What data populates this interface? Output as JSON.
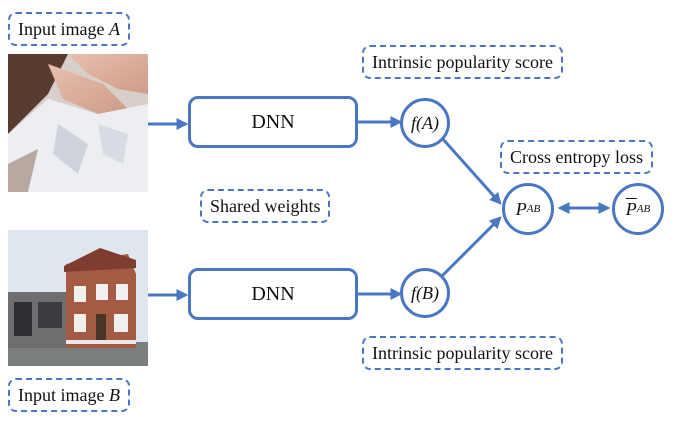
{
  "labels": {
    "input_a_prefix": "Input image ",
    "input_a_var": "A",
    "input_b_prefix": "Input image ",
    "input_b_var": "B",
    "shared_weights": "Shared weights",
    "intrinsic_top": "Intrinsic popularity score",
    "intrinsic_bottom": "Intrinsic popularity score",
    "cross_entropy": "Cross entropy loss"
  },
  "nodes": {
    "dnn_top": "DNN",
    "dnn_bottom": "DNN",
    "fa": "f(A)",
    "fb": "f(B)",
    "pab_main": "P",
    "pab_sub": "AB",
    "pbar_main": "P",
    "pbar_sub": "AB"
  },
  "colors": {
    "accent": "#4a77c4"
  }
}
